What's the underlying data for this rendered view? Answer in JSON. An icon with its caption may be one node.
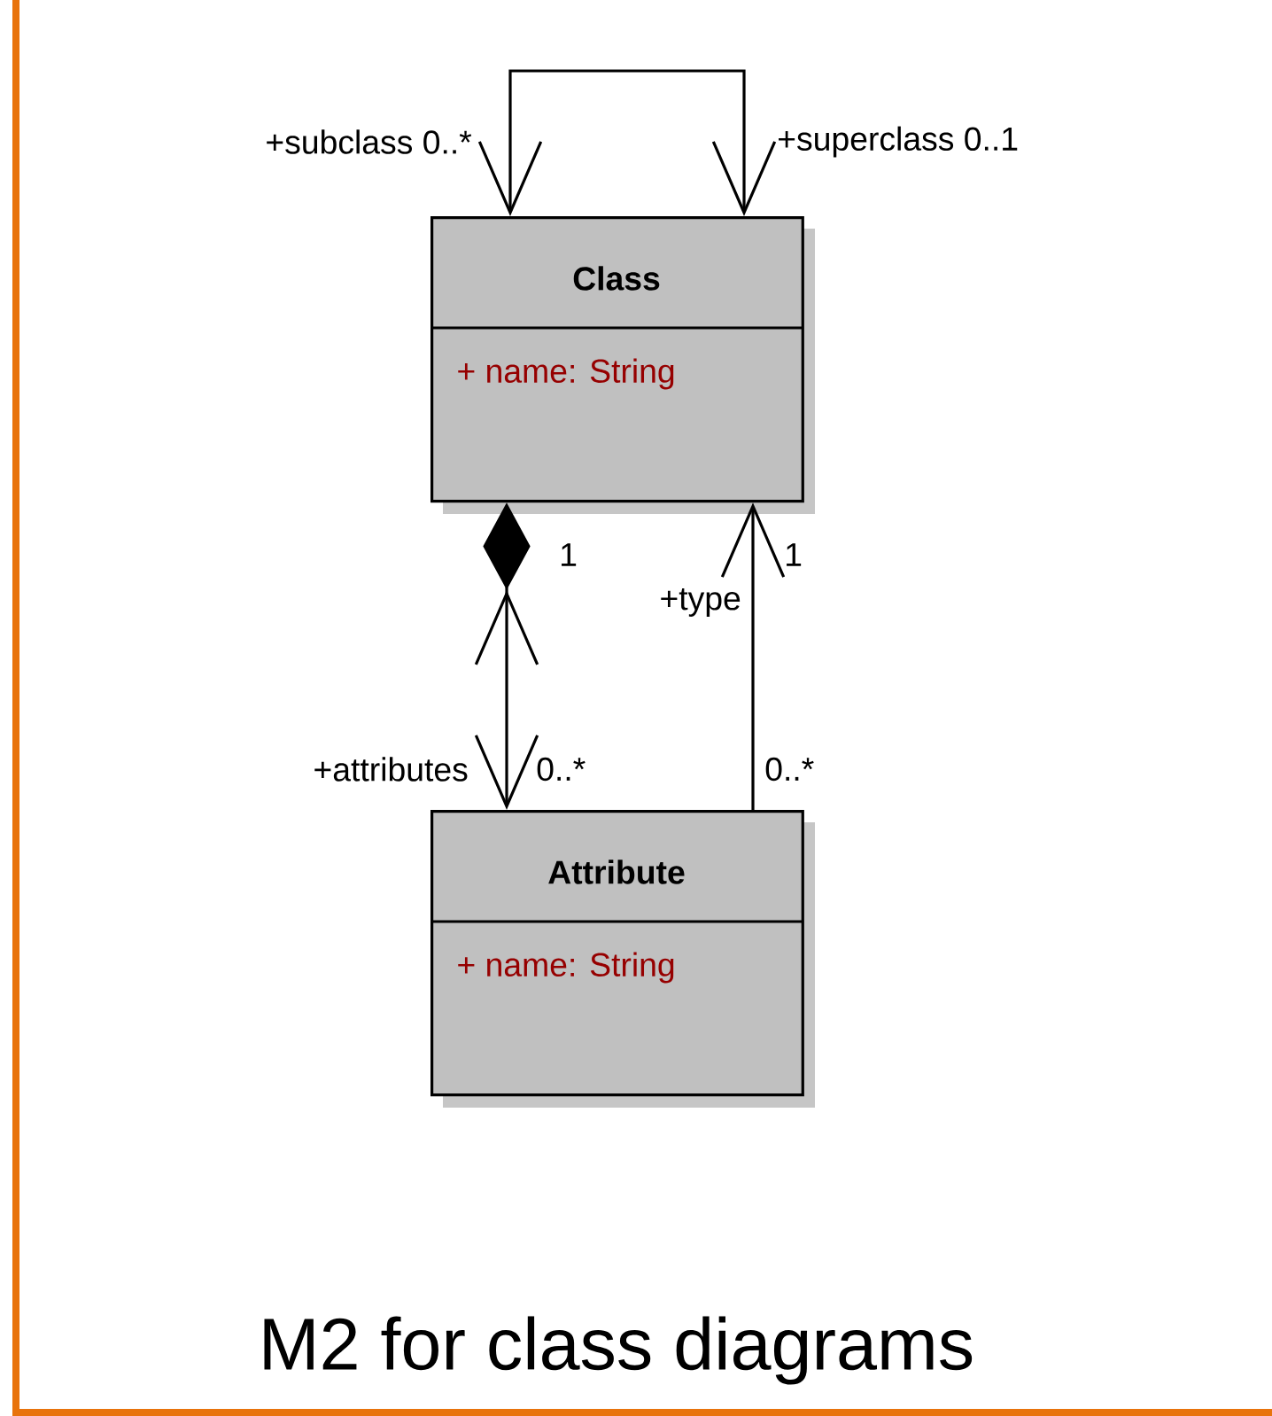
{
  "diagram": {
    "title": "M2 for class diagrams",
    "nodes": [
      {
        "text": [
          "Class",
          "+ name: String"
        ]
      },
      {
        "text": [
          "Attribute",
          "+ name: String"
        ]
      }
    ],
    "edges": [
      {
        "from": 0,
        "to": 0,
        "arrow": "both"
      },
      {
        "from": 0,
        "to": 1,
        "arrow": "both"
      },
      {
        "from": 1,
        "to": 0,
        "arrow": "to"
      }
    ],
    "labels": [
      "+subclass 0..*",
      "+superclass 0..1",
      "1",
      "1",
      "+type",
      "+attributes",
      "0..*",
      "0..*"
    ]
  }
}
